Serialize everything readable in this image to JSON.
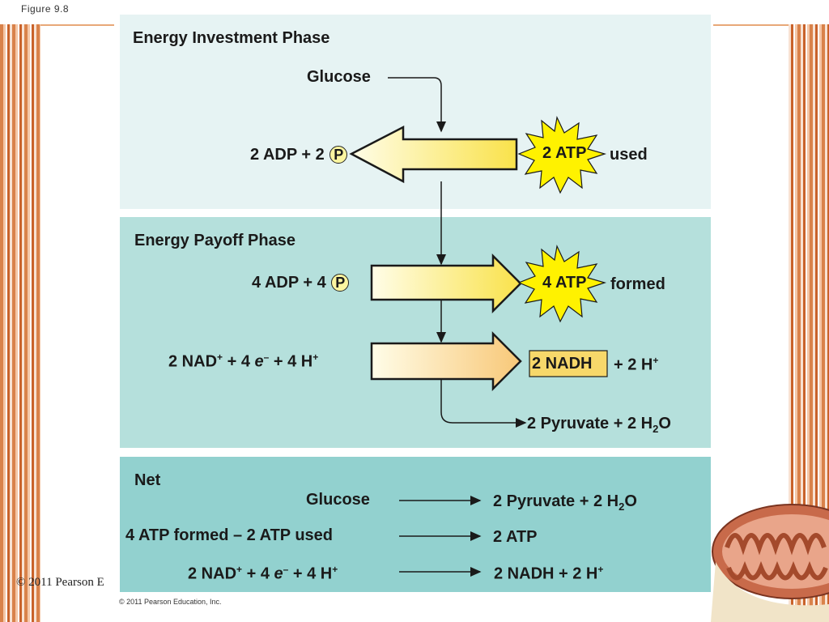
{
  "header": {
    "figure_label": "Figure 9.8"
  },
  "footer": {
    "copyright_outer": "© 2011 Pearson E",
    "copyright_inner": "© 2011 Pearson Education, Inc."
  },
  "investment": {
    "title": "Energy Investment Phase",
    "glucose": "Glucose",
    "adp_left": "2 ADP + 2",
    "p_symbol": "P",
    "atp": "2 ATP",
    "used": "used"
  },
  "payoff": {
    "title": "Energy Payoff Phase",
    "adp_left": "4 ADP + 4",
    "p_symbol": "P",
    "atp": "4 ATP",
    "formed": "formed",
    "nad_a": "2 NAD",
    "nad_sup": "+",
    "plus4": "+  4",
    "e": "e",
    "e_sup": "–",
    "h": "+ 4 H",
    "h_sup": "+",
    "nadh": "2 NADH",
    "h_right": "+ 2 H",
    "h_right_sup": "+",
    "pyruvate": "2 Pyruvate + 2 H",
    "sub2": "2",
    "o": "O"
  },
  "net": {
    "title": "Net",
    "row1_left": "Glucose",
    "row1_right": "2 Pyruvate + 2 H",
    "row1_sub": "2",
    "row1_o": "O",
    "row2_left": "4 ATP formed – 2 ATP used",
    "row2_right": "2 ATP",
    "row3_nad": "2 NAD",
    "row3_nad_sup": "+",
    "row3_plus4": "+  4",
    "row3_e": "e",
    "row3_e_sup": "–",
    "row3_h": "+ 4 H",
    "row3_h_sup": "+",
    "row3_right": "2 NADH + 2 H",
    "row3_right_sup": "+"
  },
  "colors": {
    "panel1": "#e6f3f3",
    "panel2": "#b5e0dc",
    "panel3": "#92d1cf",
    "starburst": "#fff200",
    "nadh_box": "#f7d86a",
    "arrow_gradient_light": "#fffde8",
    "arrow_gradient_dark": "#f9e24a"
  }
}
